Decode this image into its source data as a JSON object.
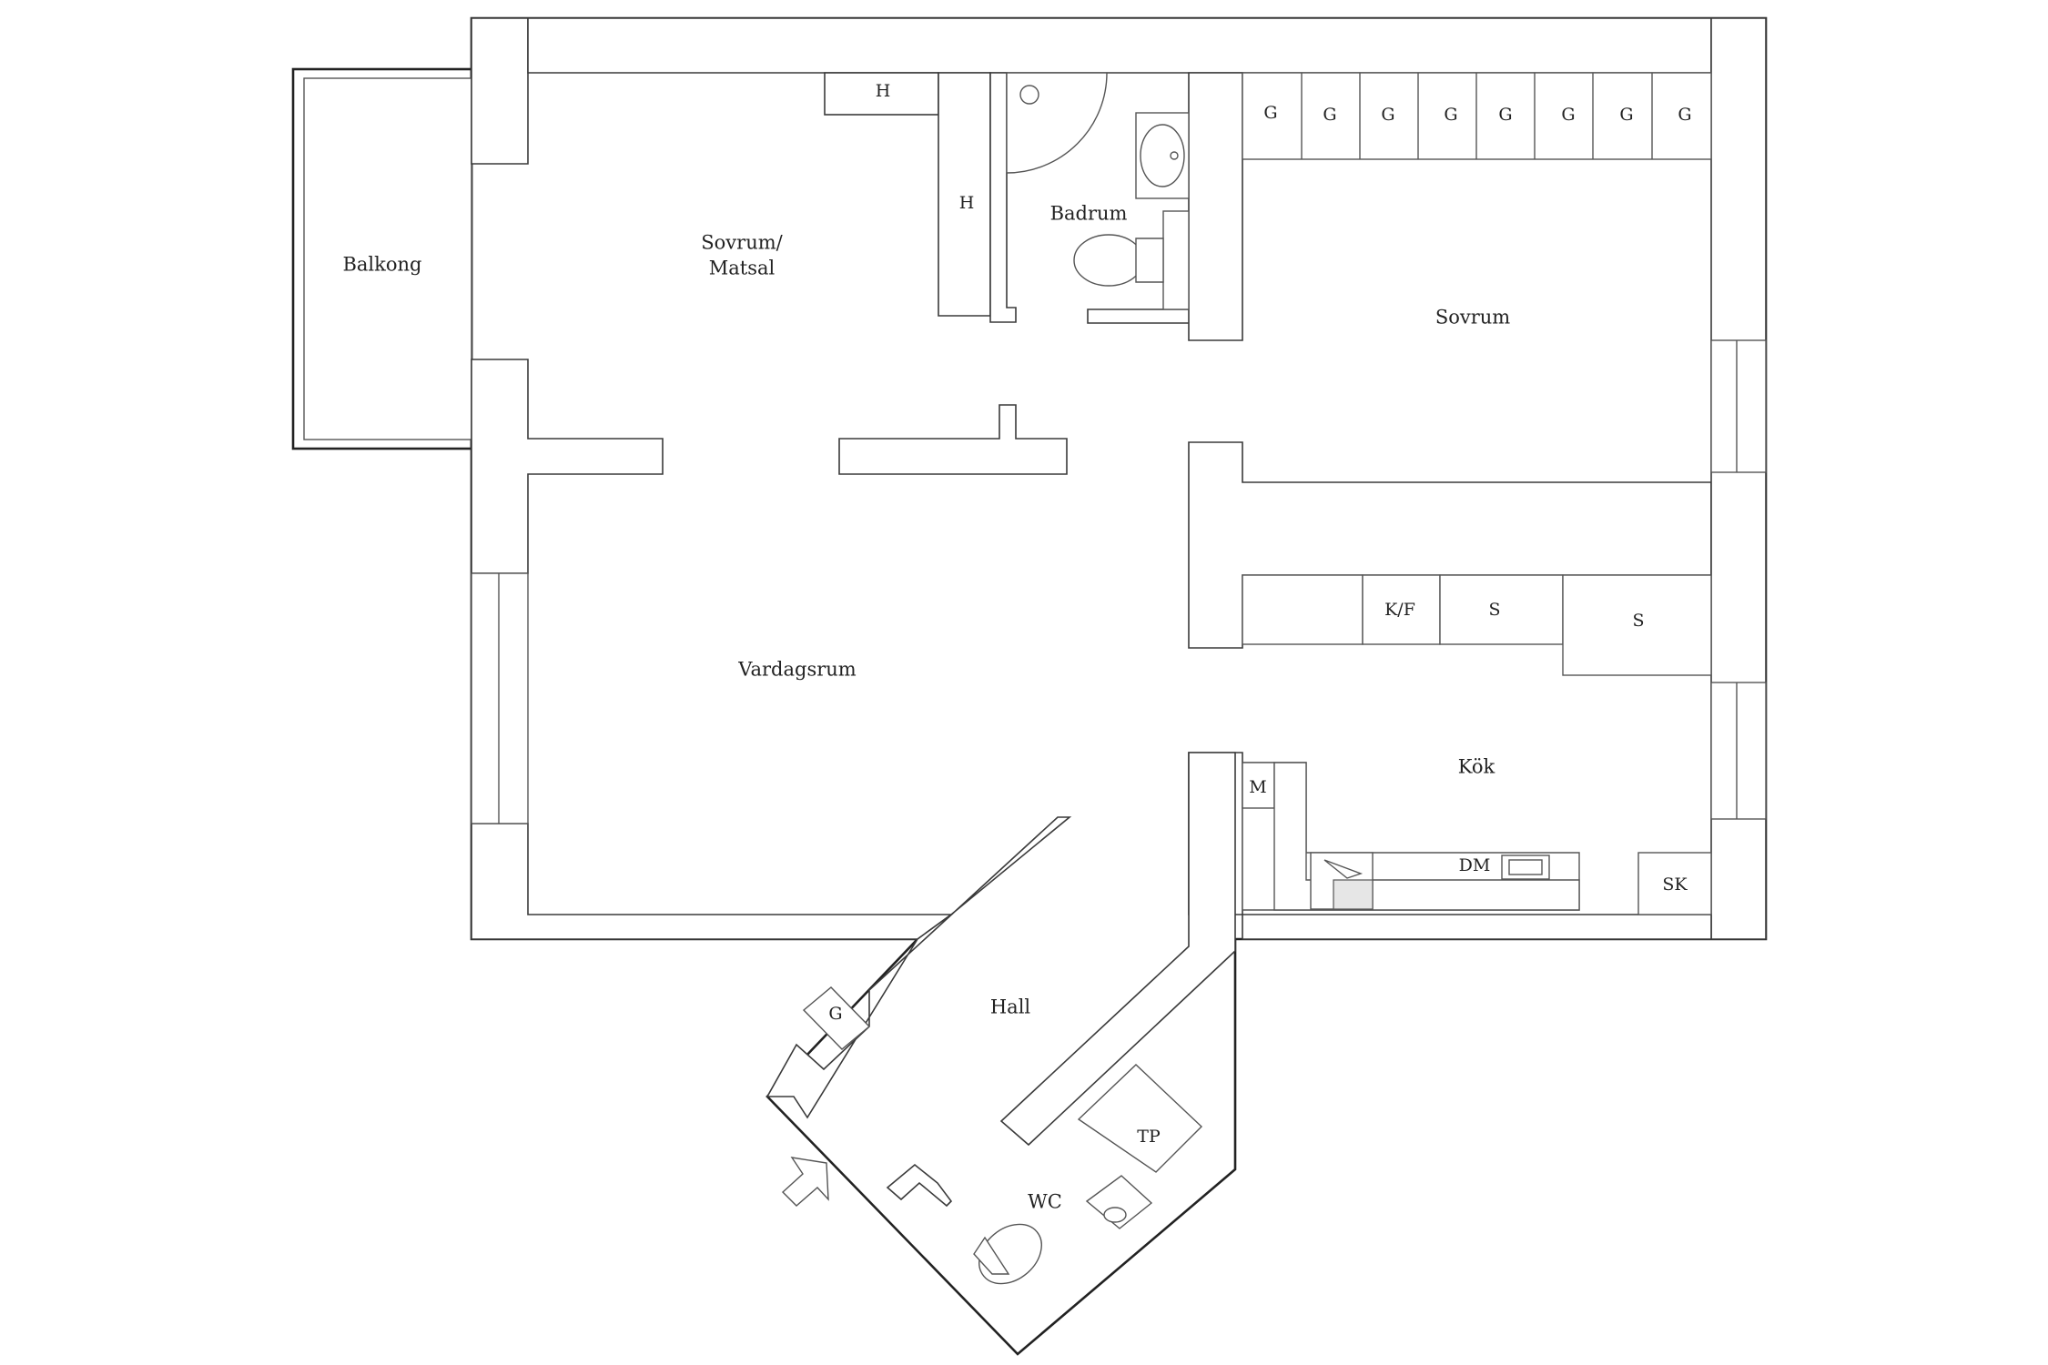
{
  "rooms": {
    "balkong": "Balkong",
    "sovrum_matsal_line1": "Sovrum/",
    "sovrum_matsal_line2": "Matsal",
    "badrum": "Badrum",
    "sovrum": "Sovrum",
    "vardagsrum": "Vardagsrum",
    "kok": "Kök",
    "hall": "Hall",
    "wc": "WC"
  },
  "fixtures": {
    "h_top": "H",
    "h_side": "H",
    "g_closets": [
      "G",
      "G",
      "G",
      "G",
      "G",
      "G",
      "G",
      "G"
    ],
    "kf": "K/F",
    "s1": "S",
    "s2": "S",
    "m": "M",
    "dm": "DM",
    "sk": "SK",
    "g_hall": "G",
    "tp": "TP"
  },
  "colors": {
    "line": "#3a3a3a",
    "background": "#ffffff"
  }
}
